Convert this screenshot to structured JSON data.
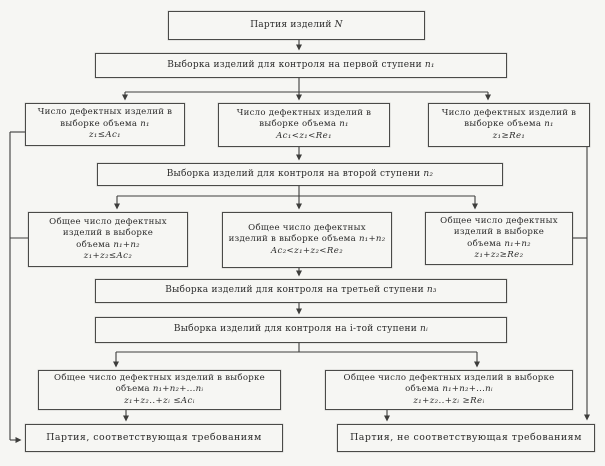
{
  "page": {
    "background": "#f6f6f3",
    "line_color": "#3e3e3c",
    "description_language": "ru"
  },
  "nodes": {
    "batch": {
      "text": "Партия изделий",
      "var": "N"
    },
    "sample1": {
      "text": "Выборка изделий для контроля на первой ступени",
      "var": "n₁"
    },
    "accept1": {
      "text": "Число дефектных изделий в выборке объема",
      "var": "n₁",
      "formula": "z₁≤Ac₁"
    },
    "continue1": {
      "text": "Число дефектных изделий в выборке объема",
      "var": "n₁",
      "formula": "Ac₁<z₁<Re₁"
    },
    "reject1": {
      "text": "Число дефектных изделий в выборке объема",
      "var": "n₁",
      "formula": "z₁≥Re₁"
    },
    "sample2": {
      "text": "Выборка изделий для контроля на второй ступени",
      "var": "n₂"
    },
    "accept2": {
      "text": "Общее число дефектных изделий в выборке объема",
      "var": "n₁+n₂",
      "formula": "z₁+z₂≤Ac₂"
    },
    "continue2": {
      "text": "Общее число дефектных изделий в выборке объема",
      "var": "n₁+n₂",
      "formula": "Ac₂<z₁+z₂<Re₂"
    },
    "reject2": {
      "text": "Общее число дефектных изделий в выборке объема",
      "var": "n₁+n₂",
      "formula": "z₁+z₂≥Re₂"
    },
    "sample3": {
      "text": "Выборка изделий для контроля на третьей ступени",
      "var": "n₃"
    },
    "samplei": {
      "text": "Выборка изделий для контроля на i-той ступени",
      "var": "nᵢ"
    },
    "accepti": {
      "text": "Общее число дефектных изделий в выборке объема",
      "var": "n₁+n₂+...nᵢ",
      "formula": "z₁+z₂..+zᵢ ≤Acᵢ"
    },
    "rejecti": {
      "text": "Общее число дефектных изделий в выборке объема",
      "var": "n₁+n₂+...nᵢ",
      "formula": "z₁+z₂..+zᵢ ≥Reᵢ"
    },
    "accepted": {
      "text": "Партия, соответствующая требованиям"
    },
    "rejected": {
      "text": "Партия, не соответствующая требованиям"
    }
  }
}
